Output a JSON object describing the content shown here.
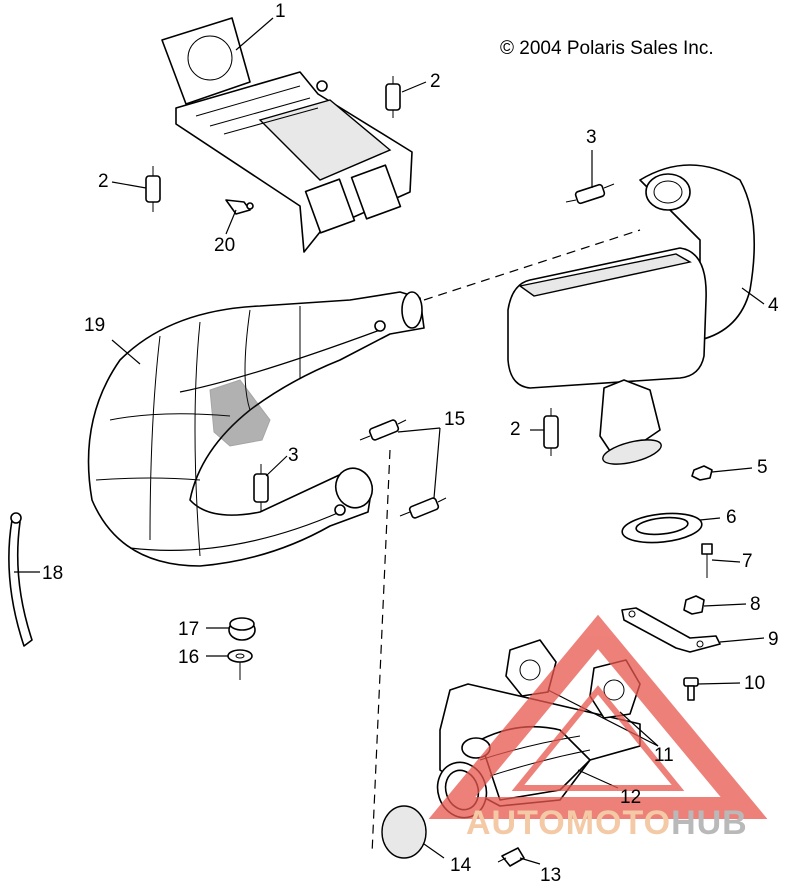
{
  "copyright": "© 2004 Polaris Sales Inc.",
  "callouts": [
    "1",
    "2",
    "2",
    "2",
    "3",
    "3",
    "4",
    "5",
    "6",
    "7",
    "8",
    "9",
    "10",
    "11",
    "12",
    "13",
    "14",
    "15",
    "16",
    "17",
    "18",
    "19",
    "20"
  ],
  "watermark": {
    "text_part1": "AUTOMOTO",
    "text_part2": "HUB",
    "color_accent": "#e8574e",
    "color_text1": "#f3c9a6",
    "color_text2": "#b9b9b9"
  }
}
